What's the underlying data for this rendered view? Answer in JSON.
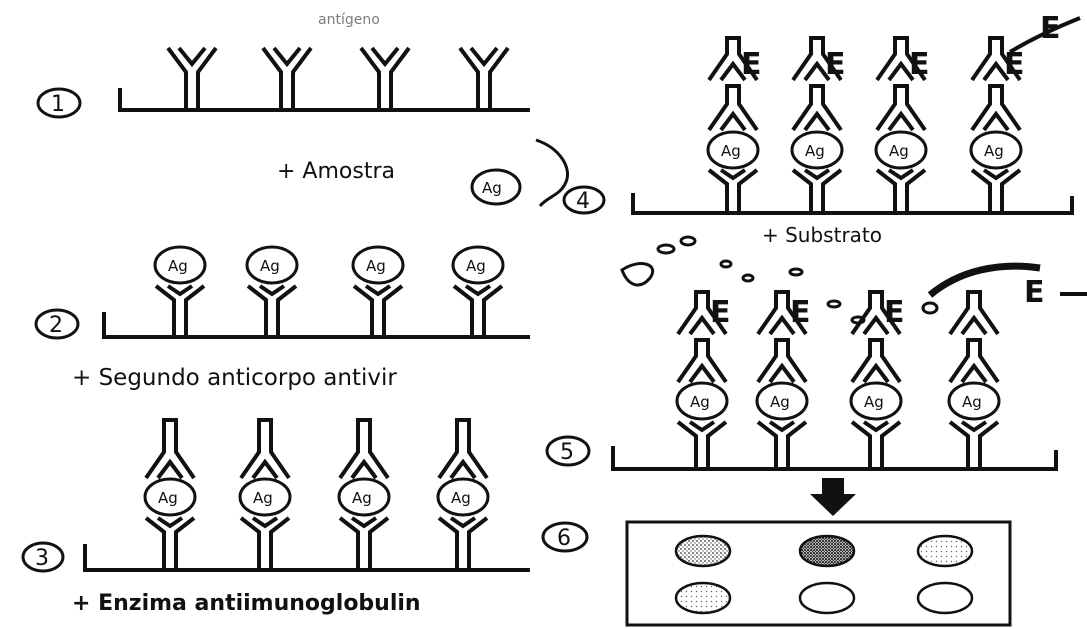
{
  "steps": [
    {
      "number": "1",
      "caption": "+ Amostra"
    },
    {
      "number": "2",
      "caption": "+ Segundo anticorpo antivir"
    },
    {
      "number": "3",
      "caption": "+ Enzima antiimunoglobulin"
    },
    {
      "number": "4",
      "caption": "+ Substrato"
    },
    {
      "number": "5",
      "caption": ""
    },
    {
      "number": "6",
      "caption": ""
    }
  ],
  "antigen_label": "Ag",
  "enzyme_label": "E",
  "top_fragment": "antígeno",
  "well_shading": [
    {
      "row": 1,
      "col": 1,
      "level": "medium"
    },
    {
      "row": 1,
      "col": 2,
      "level": "dark"
    },
    {
      "row": 1,
      "col": 3,
      "level": "light"
    },
    {
      "row": 2,
      "col": 1,
      "level": "light"
    },
    {
      "row": 2,
      "col": 2,
      "level": "none"
    },
    {
      "row": 2,
      "col": 3,
      "level": "none"
    }
  ],
  "colors": {
    "ink": "#111111",
    "background": "#ffffff"
  }
}
